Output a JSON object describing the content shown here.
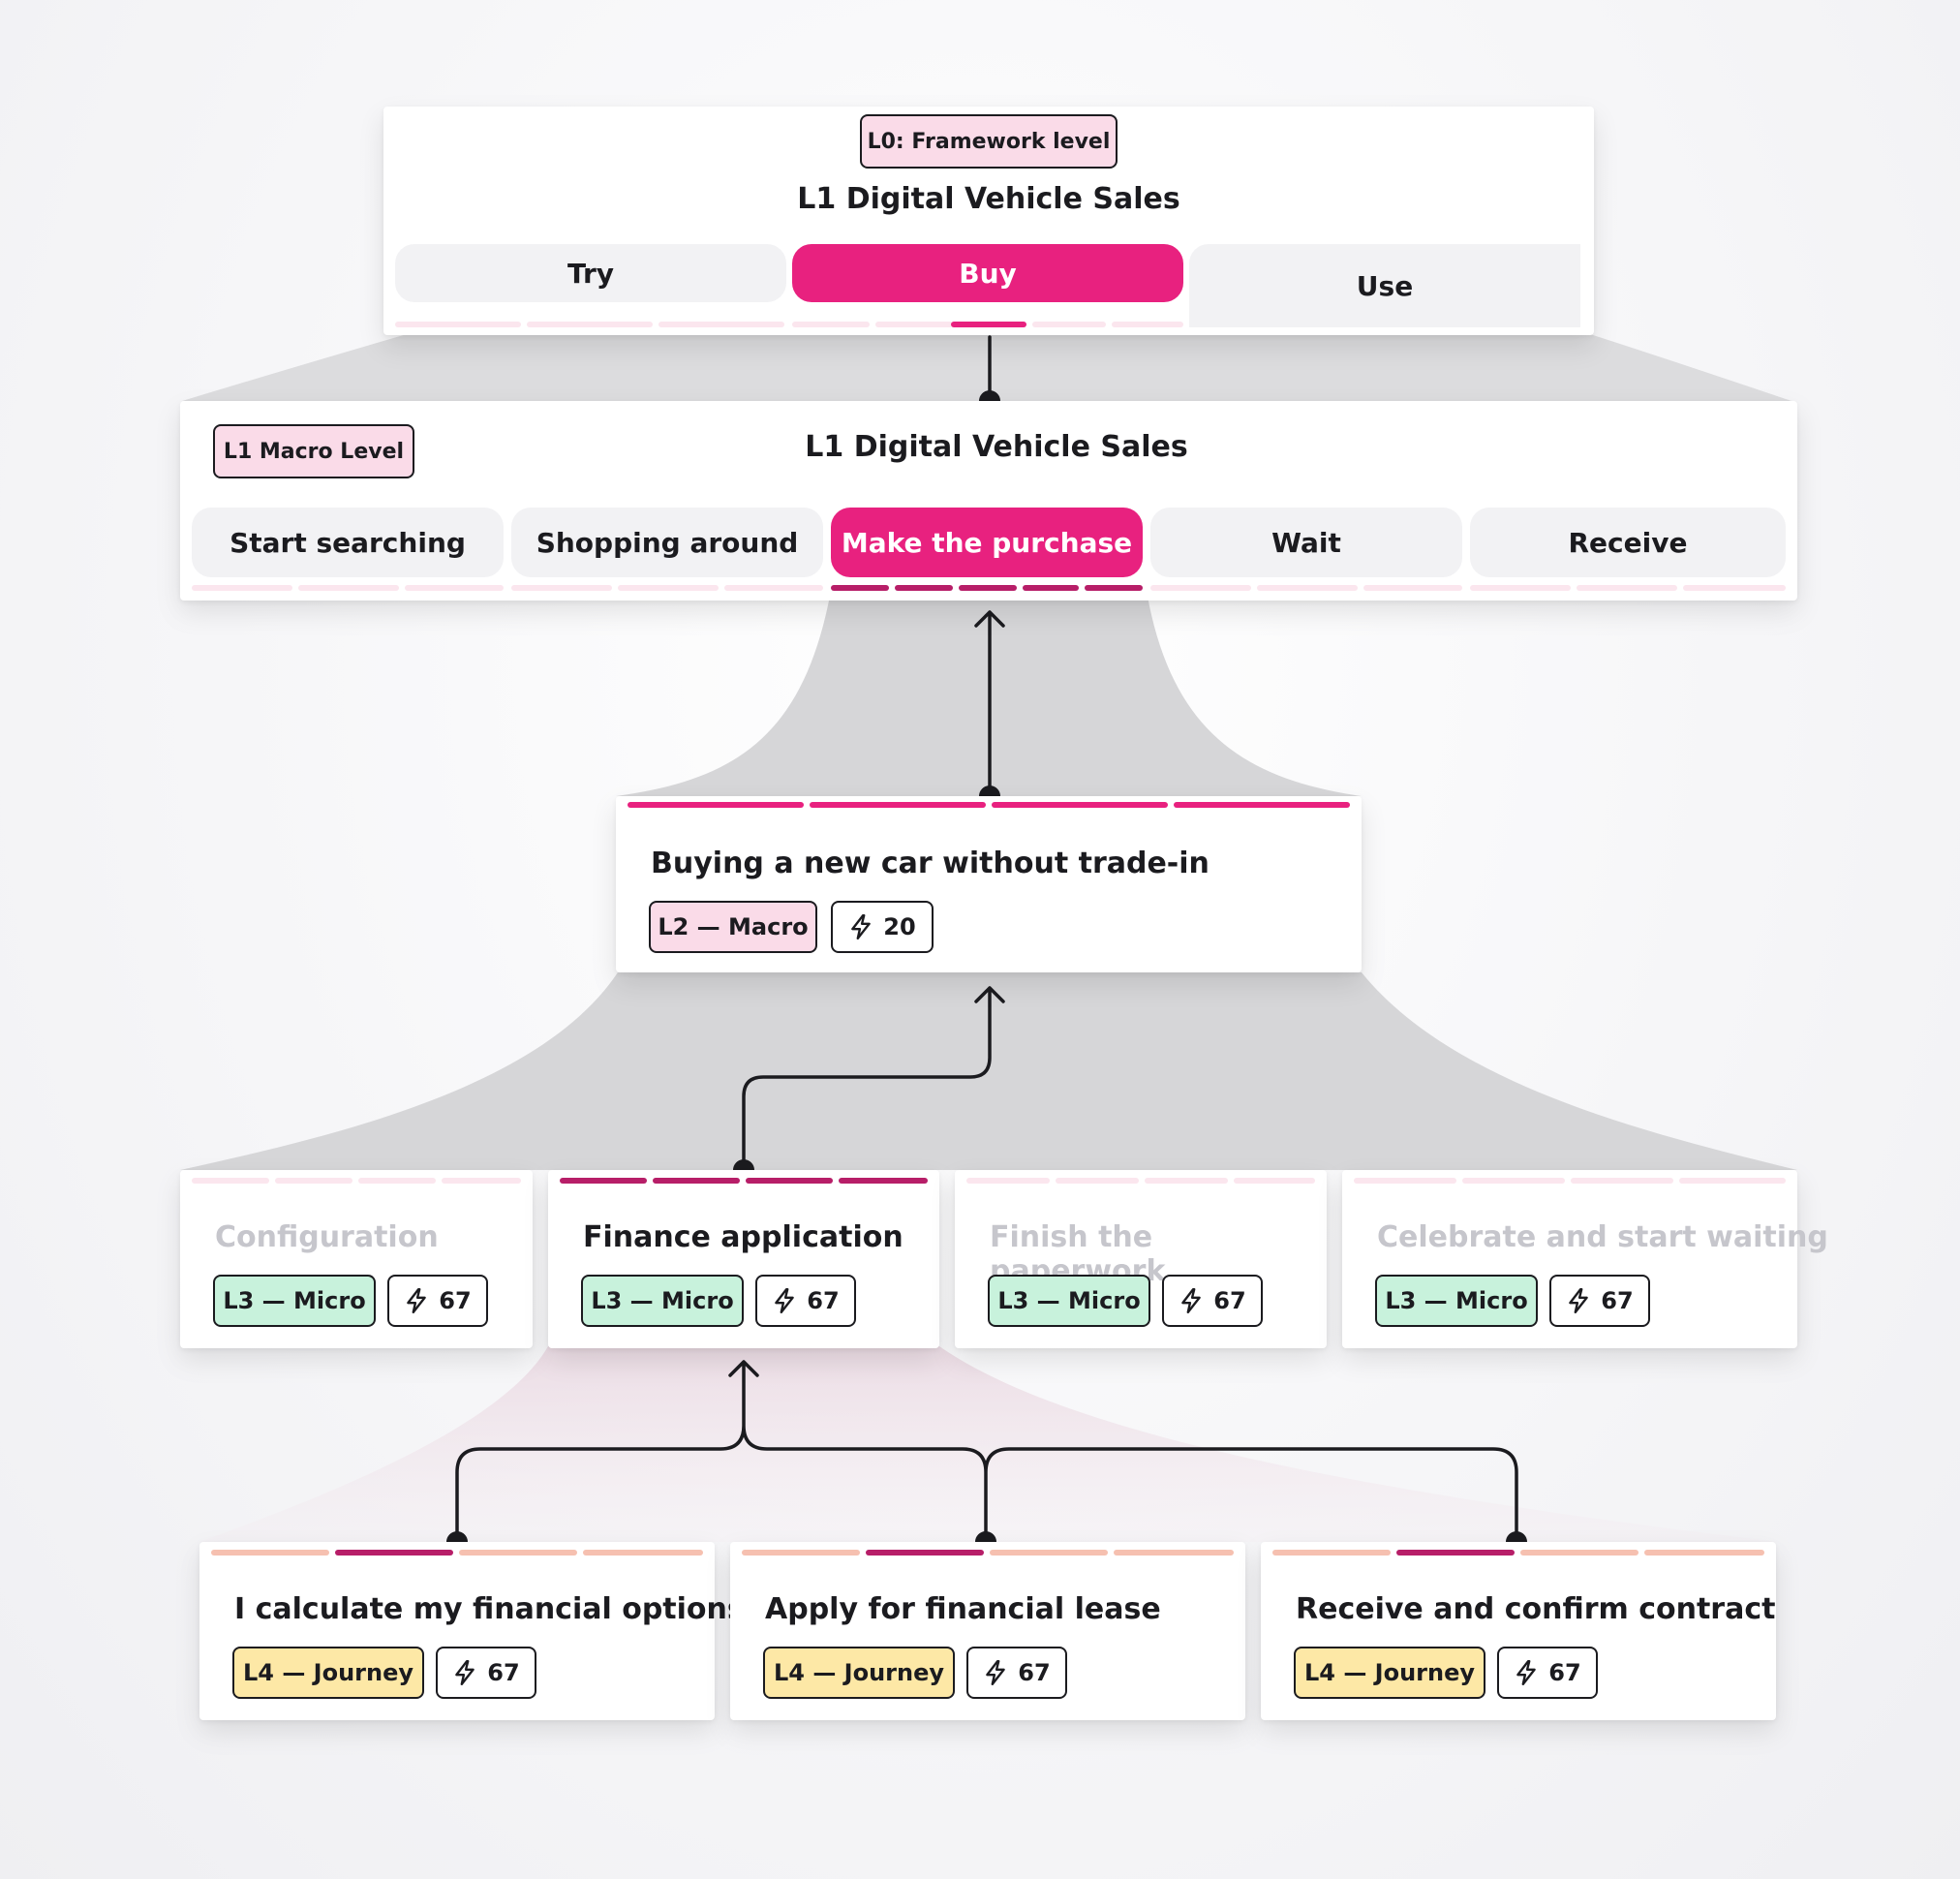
{
  "l0": {
    "badge": "L0: Framework level",
    "title": "L1 Digital Vehicle Sales",
    "segments": [
      "Try",
      "Buy",
      "Use"
    ],
    "active_segment": "Buy"
  },
  "l1": {
    "badge": "L1 Macro Level",
    "title": "L1 Digital Vehicle Sales",
    "segments": [
      "Start searching",
      "Shopping around",
      "Make the purchase",
      "Wait",
      "Receive"
    ],
    "active_segment": "Make the purchase"
  },
  "l2": {
    "title": "Buying a new car without trade-in",
    "tag": "L2 — Macro",
    "count": "20"
  },
  "l3": [
    {
      "title": "Configuration",
      "tag": "L3 — Micro",
      "count": "67",
      "faded": true
    },
    {
      "title": "Finance application",
      "tag": "L3 — Micro",
      "count": "67",
      "faded": false
    },
    {
      "title": "Finish the paperwork",
      "tag": "L3 — Micro",
      "count": "67",
      "faded": true
    },
    {
      "title": "Celebrate and start waiting",
      "tag": "L3 — Micro",
      "count": "67",
      "faded": true
    }
  ],
  "l4": [
    {
      "title": "I calculate my financial options",
      "tag": "L4 — Journey",
      "count": "67"
    },
    {
      "title": "Apply for financial lease",
      "tag": "L4 — Journey",
      "count": "67"
    },
    {
      "title": "Receive and confirm contract",
      "tag": "L4 — Journey",
      "count": "67"
    }
  ],
  "colors": {
    "accent": "#e8217f",
    "accent_dark": "#b71e68",
    "l2_tag": "#fadbe8",
    "l3_tag": "#c8f2dc",
    "l4_tag": "#fde8a6"
  },
  "icons": {
    "count_icon": "lightning-bolt-icon"
  }
}
